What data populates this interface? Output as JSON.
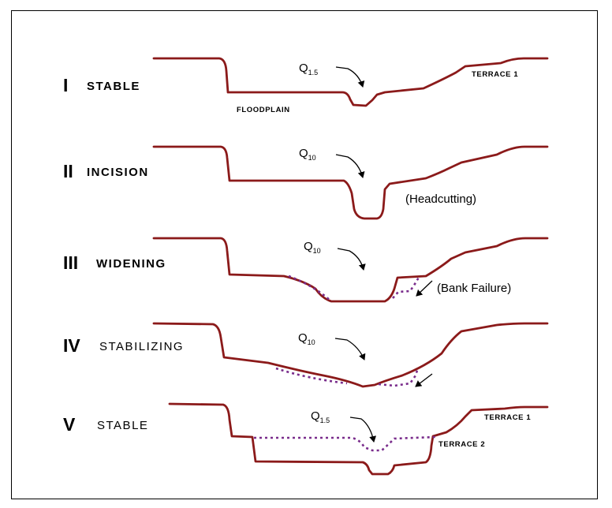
{
  "stages": [
    {
      "numeral": "I",
      "name": "STABLE",
      "flow": "Q",
      "flow_sub": "1.5"
    },
    {
      "numeral": "II",
      "name": "INCISION",
      "flow": "Q",
      "flow_sub": "10"
    },
    {
      "numeral": "III",
      "name": "WIDENING",
      "flow": "Q",
      "flow_sub": "10"
    },
    {
      "numeral": "IV",
      "name": "STABILIZING",
      "flow": "Q",
      "flow_sub": "10"
    },
    {
      "numeral": "V",
      "name": "STABLE",
      "flow": "Q",
      "flow_sub": "1.5"
    }
  ],
  "annotations": {
    "floodplain": "FLOODPLAIN",
    "terrace1_stage1": "TERRACE 1",
    "headcutting": "(Headcutting)",
    "bank_failure": "(Bank Failure)",
    "terrace1_stage5": "TERRACE 1",
    "terrace2_stage5": "TERRACE 2"
  },
  "colors": {
    "channel_bed": "#8b1a1a",
    "failure_surface": "#7a2d8c"
  }
}
